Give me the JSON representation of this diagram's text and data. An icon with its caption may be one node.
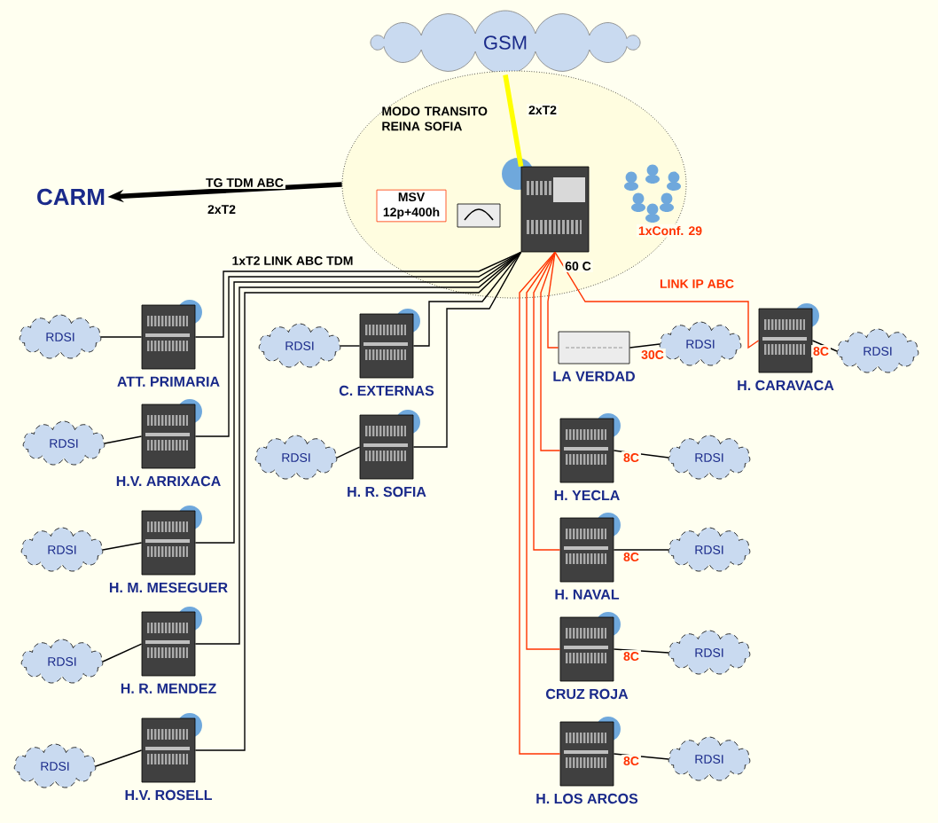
{
  "diagram": {
    "nodes": [
      {
        "text": [
          "GSM"
        ]
      },
      {
        "text": [
          "MODO TRANSITO REINA SOFIA"
        ]
      },
      {
        "text": [
          "MSV 12p+400h"
        ],
        "in": 1
      },
      {
        "text": [],
        "shape": "box",
        "in": 1
      },
      {
        "text": [
          "CARM"
        ]
      },
      {
        "text": [],
        "shape": "box",
        "beside": [
          "ATT. PRIMARIA"
        ]
      },
      {
        "text": [
          "RDSI"
        ]
      },
      {
        "text": [],
        "shape": "box",
        "beside": [
          "H.V. ARRIXACA"
        ]
      },
      {
        "text": [
          "RDSI"
        ]
      },
      {
        "text": [],
        "shape": "box",
        "beside": [
          "H. M. MESEGUER"
        ]
      },
      {
        "text": [
          "RDSI"
        ]
      },
      {
        "text": [],
        "shape": "box",
        "beside": [
          "H. R. MENDEZ"
        ]
      },
      {
        "text": [
          "RDSI"
        ]
      },
      {
        "text": [],
        "shape": "box",
        "beside": [
          "H.V. ROSELL"
        ]
      },
      {
        "text": [
          "RDSI"
        ]
      },
      {
        "text": [],
        "shape": "box",
        "beside": [
          "C. EXTERNAS"
        ]
      },
      {
        "text": [
          "RDSI"
        ]
      },
      {
        "text": [],
        "shape": "box",
        "beside": [
          "H. R. SOFIA"
        ]
      },
      {
        "text": [
          "RDSI"
        ]
      },
      {
        "text": [],
        "shape": "box",
        "beside": [
          "LA VERDAD"
        ]
      },
      {
        "text": [
          "RDSI"
        ]
      },
      {
        "text": [],
        "shape": "box",
        "beside": [
          "H. CARAVACA"
        ]
      },
      {
        "text": [
          "RDSI"
        ]
      },
      {
        "text": [],
        "shape": "box",
        "beside": [
          "H. YECLA"
        ]
      },
      {
        "text": [
          "RDSI"
        ]
      },
      {
        "text": [],
        "shape": "box",
        "beside": [
          "H. NAVAL"
        ]
      },
      {
        "text": [
          "RDSI"
        ]
      },
      {
        "text": [],
        "shape": "box",
        "beside": [
          "CRUZ ROJA"
        ]
      },
      {
        "text": [
          "RDSI"
        ]
      },
      {
        "text": [],
        "shape": "box",
        "beside": [
          "H. LOS ARCOS"
        ]
      },
      {
        "text": [
          "RDSI"
        ]
      }
    ],
    "edges": [
      {
        "from": 0,
        "to": 3,
        "arrow": "none",
        "style": "thick",
        "color": "#ffff00",
        "label": "2xT2"
      },
      {
        "from": 1,
        "to": 4,
        "arrow": "to",
        "style": "thick",
        "label": "TG TDM ABC"
      },
      {
        "from": 3,
        "to": 5,
        "arrow": "none"
      },
      {
        "from": 3,
        "to": 7,
        "arrow": "none"
      },
      {
        "from": 3,
        "to": 9,
        "arrow": "none"
      },
      {
        "from": 3,
        "to": 11,
        "arrow": "none"
      },
      {
        "from": 3,
        "to": 13,
        "arrow": "none"
      },
      {
        "from": 3,
        "to": 15,
        "arrow": "none"
      },
      {
        "from": 3,
        "to": 17,
        "arrow": "none"
      },
      {
        "from": 3,
        "to": 19,
        "arrow": "none",
        "color": "#ff3300"
      },
      {
        "from": 3,
        "to": 21,
        "arrow": "none",
        "color": "#ff3300"
      },
      {
        "from": 3,
        "to": 23,
        "arrow": "none",
        "color": "#ff3300"
      },
      {
        "from": 3,
        "to": 25,
        "arrow": "none",
        "color": "#ff3300"
      },
      {
        "from": 3,
        "to": 27,
        "arrow": "none",
        "color": "#ff3300"
      },
      {
        "from": 3,
        "to": 29,
        "arrow": "none",
        "color": "#ff3300"
      },
      {
        "from": 5,
        "to": 6,
        "arrow": "none"
      },
      {
        "from": 7,
        "to": 8,
        "arrow": "none"
      },
      {
        "from": 9,
        "to": 10,
        "arrow": "none"
      },
      {
        "from": 11,
        "to": 12,
        "arrow": "none"
      },
      {
        "from": 13,
        "to": 14,
        "arrow": "none"
      },
      {
        "from": 15,
        "to": 16,
        "arrow": "none"
      },
      {
        "from": 17,
        "to": 18,
        "arrow": "none"
      },
      {
        "from": 19,
        "to": 20,
        "arrow": "none"
      },
      {
        "from": 21,
        "to": 22,
        "arrow": "none"
      },
      {
        "from": 23,
        "to": 24,
        "arrow": "none"
      },
      {
        "from": 25,
        "to": 26,
        "arrow": "none"
      },
      {
        "from": 27,
        "to": 28,
        "arrow": "none"
      },
      {
        "from": 29,
        "to": 30,
        "arrow": "none"
      }
    ],
    "labels": [
      "2xT2",
      "1xConf. 29",
      "1xT2 LINK ABC TDM",
      "60 C",
      "LINK IP ABC",
      "30C",
      "8C",
      "8C",
      "8C",
      "8C",
      "8C"
    ]
  }
}
